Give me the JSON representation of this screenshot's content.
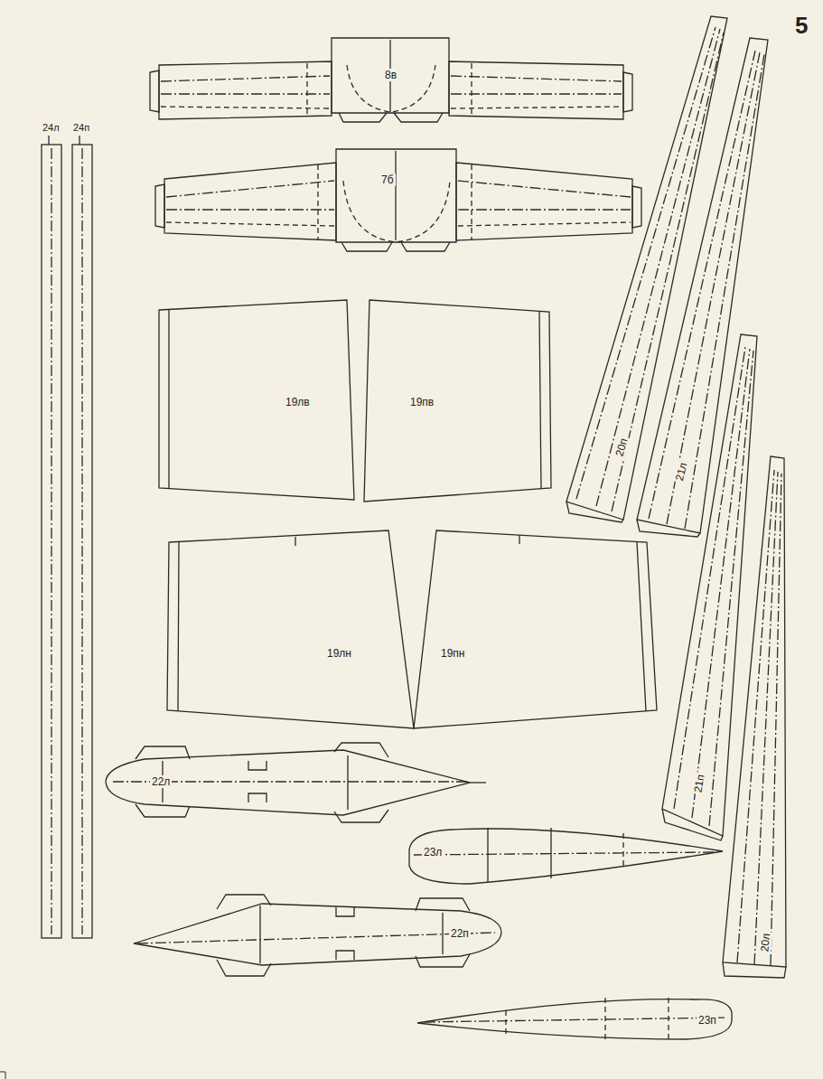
{
  "diagram": {
    "labels": [
      "5",
      "24л",
      "24п",
      "8в",
      "7б",
      "19лв",
      "19пв",
      "20п",
      "21л",
      "19лн",
      "19пн",
      "21п",
      "22л",
      "23л",
      "22п",
      "20л",
      "23п"
    ]
  }
}
